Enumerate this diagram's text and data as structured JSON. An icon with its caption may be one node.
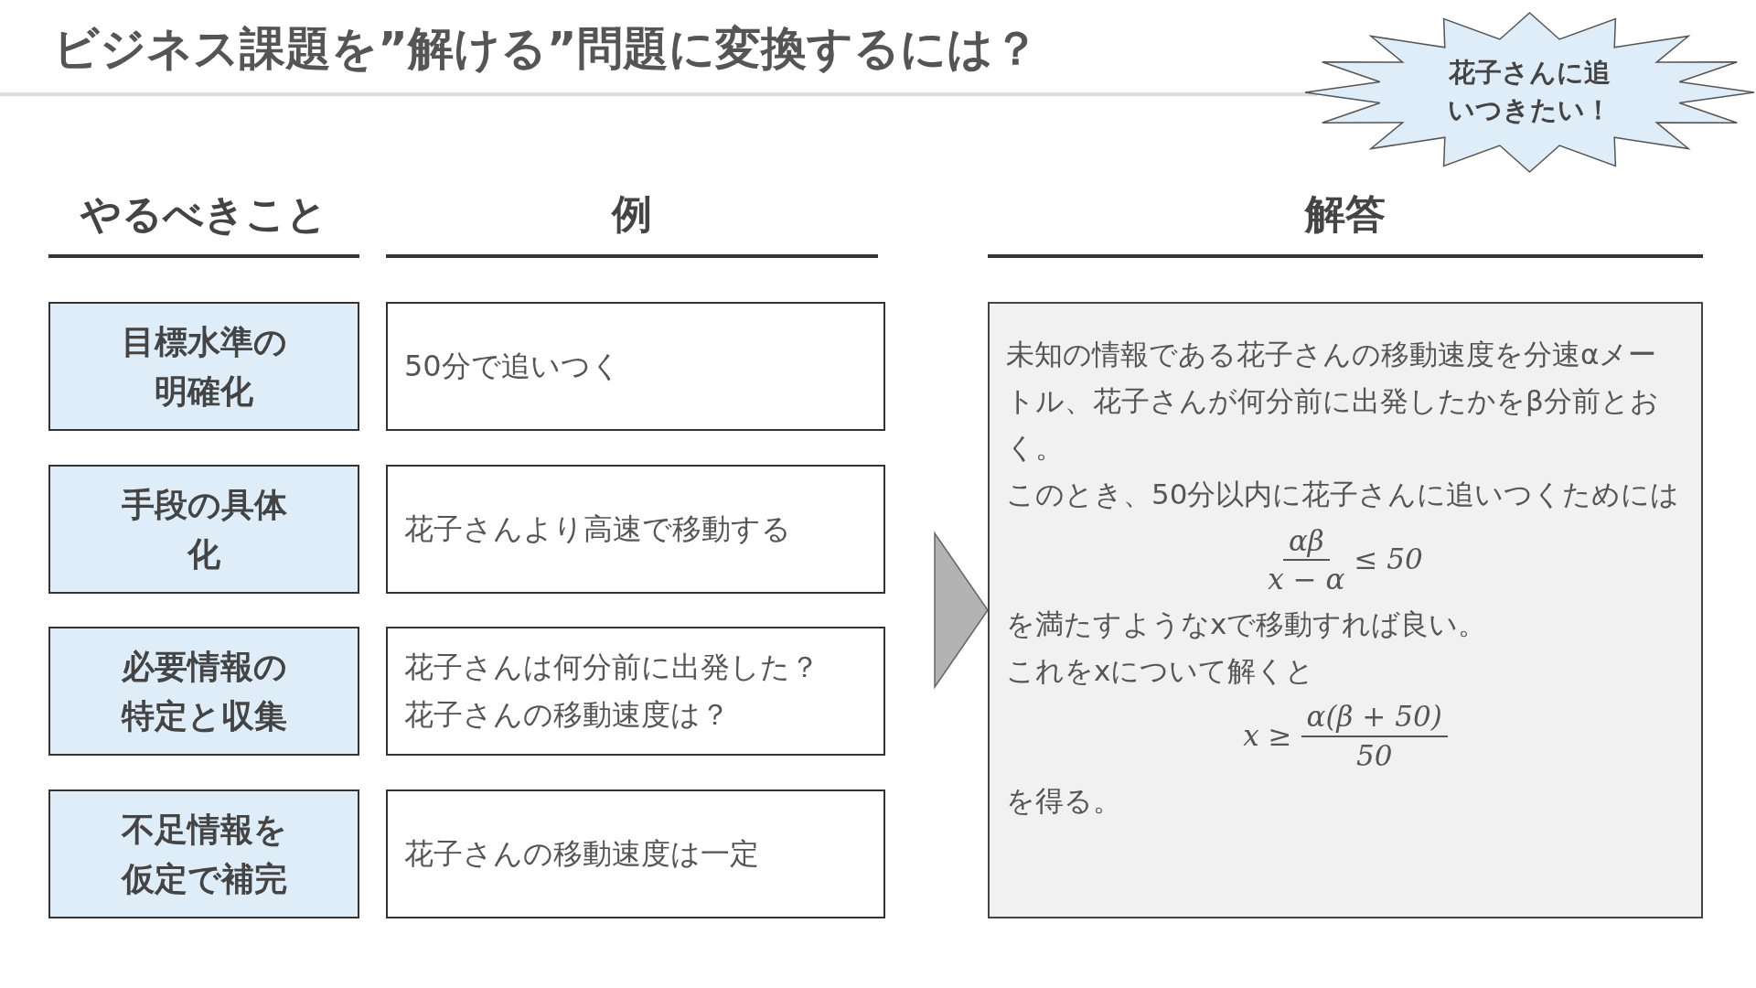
{
  "diagram": {
    "title": "ビジネス課題を”解ける”問題に変換するには？",
    "nodes": [
      {
        "text": [
          "花子さんに追いつきたい！"
        ]
      },
      {
        "text": [
          "目標水準の明確化"
        ]
      },
      {
        "text": [
          "50分で追いつく"
        ]
      },
      {
        "text": [
          "手段の具体化"
        ]
      },
      {
        "text": [
          "花子さんより高速で移動する"
        ]
      },
      {
        "text": [
          "必要情報の特定と収集"
        ]
      },
      {
        "text": [
          "花子さんは何分前に出発した？",
          "花子さんの移動速度は？"
        ]
      },
      {
        "text": [
          "不足情報を仮定で補完"
        ]
      },
      {
        "text": [
          "花子さんの移動速度は一定"
        ]
      },
      {
        "text": [
          "未知の情報である花子さんの移動速度を分速αメートル、花子さんが何分前に出発したかをβ分前とおく。",
          "このとき、50分以内に花子さんに追いつくためには",
          "αβ",
          "x − α",
          "≤ 50",
          "を満たすようなxで移動すれば良い。",
          "これをxについて解くと",
          "x ≥",
          "α(β + 50)",
          "50",
          "を得る。"
        ]
      }
    ],
    "edges": [
      {
        "from": null,
        "to": 9,
        "arrow": "to"
      }
    ],
    "labels": [
      "やるべきこと",
      "例",
      "解答"
    ]
  }
}
